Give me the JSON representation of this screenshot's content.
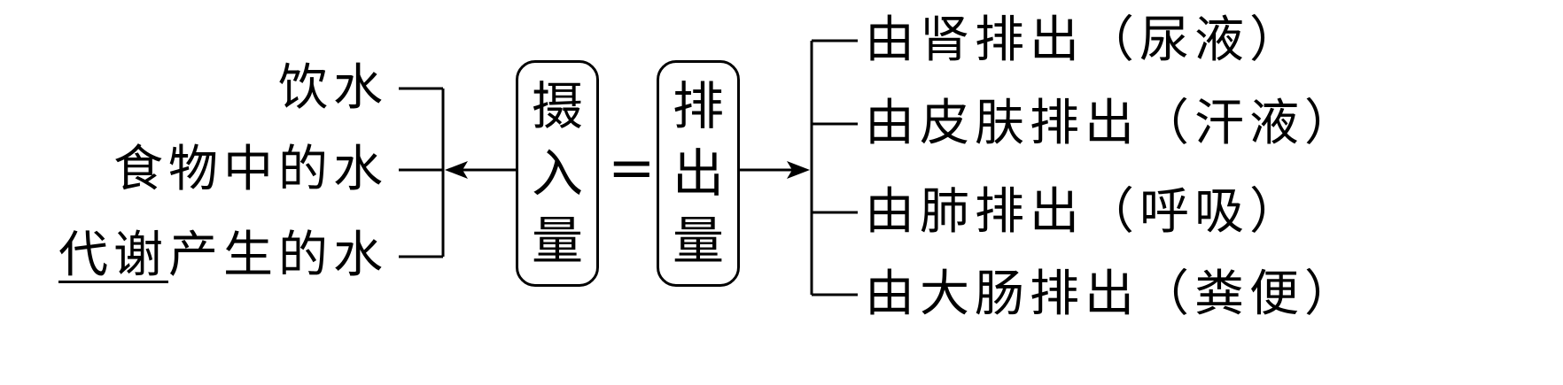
{
  "inputs": {
    "item1": "饮水",
    "item2": "食物中的水",
    "item3_underlined": "代谢",
    "item3_rest": "产生的水"
  },
  "center": {
    "intake_chars": [
      "摄",
      "入",
      "量"
    ],
    "equals": "=",
    "output_chars": [
      "排",
      "出",
      "量"
    ]
  },
  "outputs": {
    "item1": "由肾排出（尿液）",
    "item2": "由皮肤排出（汗液）",
    "item3": "由肺排出（呼吸）",
    "item4": "由大肠排出（粪便）"
  }
}
